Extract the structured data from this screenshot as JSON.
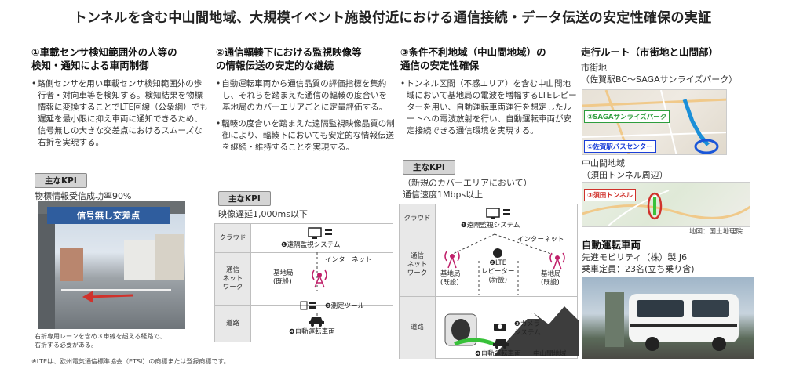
{
  "title": "トンネルを含む中山間地域、大規模イベント施設付近における通信接続・データ伝送の安定性確保の実証",
  "col1": {
    "heading1": "①車載センサ検知範囲外の人等の",
    "heading2": "検知・通知による車両制御",
    "bullet": "路側センサを用い車載センサ検知範囲外の歩行者・対向車等を検知する。検知結果を物標情報に変換することでLTE回線（公衆網）でも遅延を最小限に抑え車両に通知できるため、信号無しの大きな交差点におけるスムーズな右折を実現する。",
    "kpi_label": "主なKPI",
    "kpi_text": "物標情報受信成功率90%",
    "photo_sign": "信号無し交差点",
    "caption1": "右折専用レーンを含め３車線を超える経路で、",
    "caption2": "右折する必要がある。"
  },
  "footnote": "※LTEは、欧州電気通信標準協会（ETSI）の商標または登録商標です。",
  "col2": {
    "heading1": "②通信輻輳下における監視映像等",
    "heading2": "の情報伝送の安定的な継続",
    "bullet1": "自動運転車両から通信品質の評価指標を集約し、それらを踏まえた通信の輻輳の度合いを基地局のカバーエリアごとに定量評価する。",
    "bullet2": "輻輳の度合いを踏まえた遠隔監視映像品質の制御により、輻輳下においても安定的な情報伝送を継続・維持することを実現する。",
    "kpi_label": "主なKPI",
    "kpi_text": "映像遅延1,000ms以下",
    "diagram": {
      "row_cloud": "クラウド",
      "row_network": "通信\nネット\nワーク",
      "row_road": "道路",
      "remote": "❶遠隔監視システム",
      "internet": "インターネット",
      "base_station": "基地局\n(既設)",
      "measure_tool": "❸測定ツール",
      "vehicle": "❹自動運転車両"
    }
  },
  "col3": {
    "heading1": "③条件不利地域（中山間地域）の",
    "heading2": "通信の安定性確保",
    "bullet": "トンネル区間（不感エリア）を含む中山間地域において基地局の電波を増幅するLTEレピーターを用い、自動運転車両運行を想定したルートへの電波放射を行い、自動運転車両が安定接続できる通信環境を実現する。",
    "kpi_label": "主なKPI",
    "kpi_text1": "（新規のカバーエリアにおいて）",
    "kpi_text2": "通信速度1Mbps以上",
    "diagram": {
      "row_cloud": "クラウド",
      "row_network": "通信\nネット\nワーク",
      "row_road": "道路",
      "remote": "❶遠隔監視システム",
      "internet": "インターネット",
      "base_left": "基地局\n(既設)",
      "repeater": "❷LTE\nレピーター\n(新設)",
      "base_right": "基地局\n(既設)",
      "camera": "❸カメラ\nシステム",
      "vehicle": "❹自動運転車両",
      "area": "中山間地域"
    }
  },
  "col4": {
    "route_heading": "走行ルート（市街地と山間部）",
    "city": "市街地",
    "city_detail": "（佐賀駅BC～SAGAサンライズパーク）",
    "map1_tag_a": "②SAGAサンライズパーク",
    "map1_tag_b": "①佐賀駅バスセンター",
    "mountain": "中山間地域",
    "mountain_detail": "（須田トンネル周辺）",
    "map2_tag": "③須田トンネル",
    "map_credit": "地図：国土地理院",
    "vehicle_heading": "自動運転車両",
    "maker": "先進モビリティ（株）製 J6",
    "capacity": "乗車定員：23名(立ち乗り含)"
  },
  "colors": {
    "kpi_bg": "#d4d4d4",
    "sign_blue": "#2f5d9e",
    "route_blue": "#1a8fd8",
    "tag_green": "#2e9e3e",
    "tag_red": "#d0322c"
  }
}
